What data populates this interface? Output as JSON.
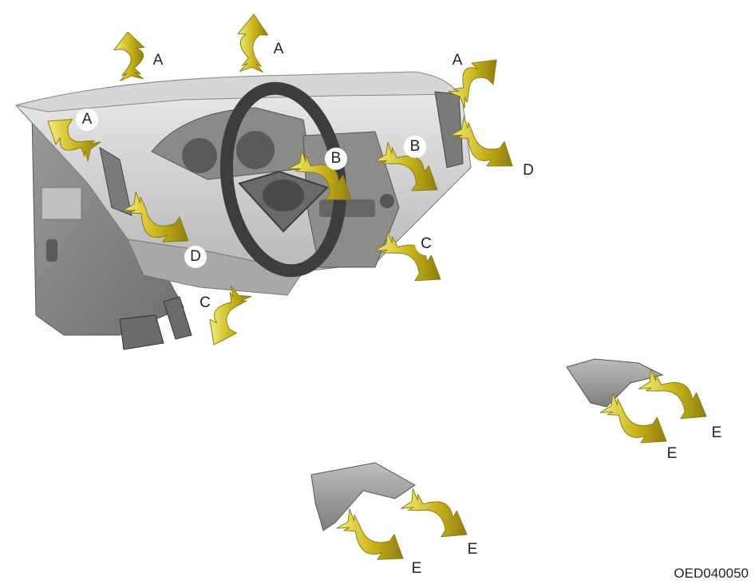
{
  "caption": "OED040050",
  "arrow_colors": {
    "light": "#f2ef7a",
    "dark": "#8e7d10"
  },
  "labels": [
    "A",
    "A",
    "A",
    "A",
    "B",
    "B",
    "C",
    "C",
    "D",
    "D",
    "E",
    "E",
    "E",
    "E"
  ]
}
